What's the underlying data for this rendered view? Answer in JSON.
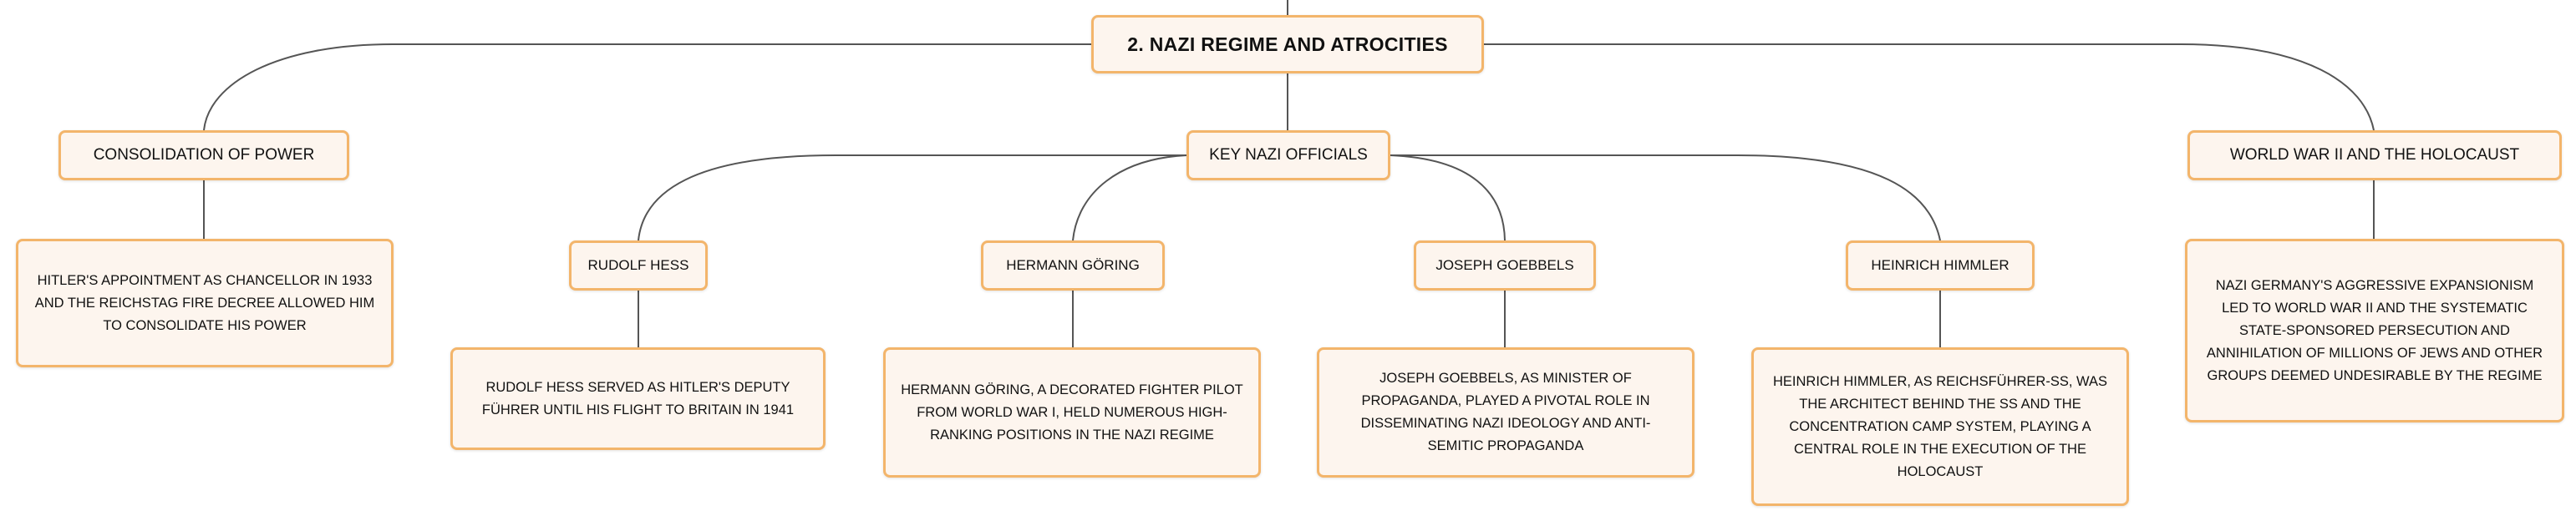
{
  "mindmap": {
    "root": {
      "label": "2. NAZI REGIME AND ATROCITIES"
    },
    "branches": [
      {
        "label": "CONSOLIDATION OF POWER",
        "detail": "HITLER'S APPOINTMENT AS CHANCELLOR IN 1933 AND THE REICHSTAG FIRE DECREE ALLOWED HIM TO CONSOLIDATE HIS POWER"
      },
      {
        "label": "KEY NAZI OFFICIALS",
        "children": [
          {
            "label": "RUDOLF HESS",
            "detail": "RUDOLF HESS SERVED AS HITLER'S DEPUTY FÜHRER UNTIL HIS FLIGHT TO BRITAIN IN 1941"
          },
          {
            "label": "HERMANN GÖRING",
            "detail": "HERMANN GÖRING, A DECORATED FIGHTER PILOT FROM WORLD WAR I, HELD NUMEROUS HIGH-RANKING POSITIONS IN THE NAZI REGIME"
          },
          {
            "label": "JOSEPH GOEBBELS",
            "detail": "JOSEPH GOEBBELS, AS MINISTER OF PROPAGANDA, PLAYED A PIVOTAL ROLE IN DISSEMINATING NAZI IDEOLOGY AND ANTI-SEMITIC PROPAGANDA"
          },
          {
            "label": "HEINRICH HIMMLER",
            "detail": "HEINRICH HIMMLER, AS REICHSFÜHRER-SS, WAS THE ARCHITECT BEHIND THE SS AND THE CONCENTRATION CAMP SYSTEM, PLAYING A CENTRAL ROLE IN THE EXECUTION OF THE HOLOCAUST"
          }
        ]
      },
      {
        "label": "WORLD WAR II AND THE HOLOCAUST",
        "detail": "NAZI GERMANY'S AGGRESSIVE EXPANSIONISM LED TO WORLD WAR II AND THE SYSTEMATIC STATE-SPONSORED PERSECUTION AND ANNIHILATION OF MILLIONS OF JEWS AND OTHER GROUPS DEEMED UNDESIRABLE BY THE REGIME"
      }
    ]
  },
  "colors": {
    "node_fill": "#fdf5ee",
    "node_border": "#f3b56b",
    "connector": "#555555",
    "text": "#111111"
  }
}
